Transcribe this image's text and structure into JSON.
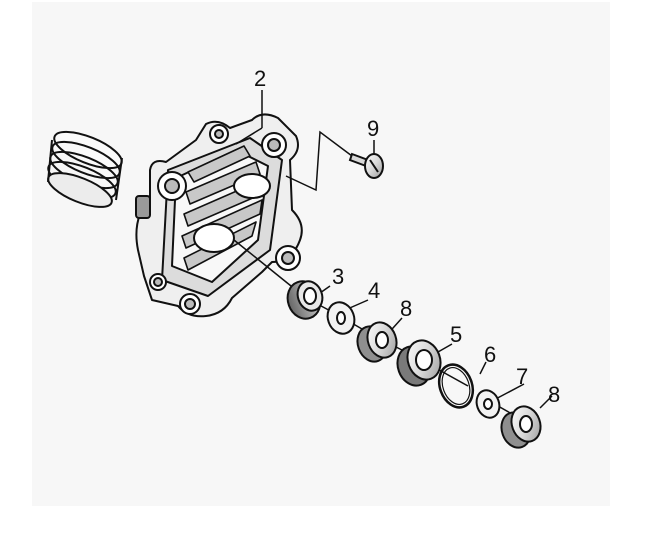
{
  "diagram": {
    "callouts": [
      {
        "id": "housing",
        "label": "2"
      },
      {
        "id": "screw",
        "label": "9"
      },
      {
        "id": "seal-ring",
        "label": "3"
      },
      {
        "id": "washer-a",
        "label": "4"
      },
      {
        "id": "bushing-a",
        "label": "8"
      },
      {
        "id": "seal-collar",
        "label": "5"
      },
      {
        "id": "o-ring",
        "label": "6"
      },
      {
        "id": "washer-b",
        "label": "7"
      },
      {
        "id": "bushing-b",
        "label": "8"
      }
    ]
  }
}
